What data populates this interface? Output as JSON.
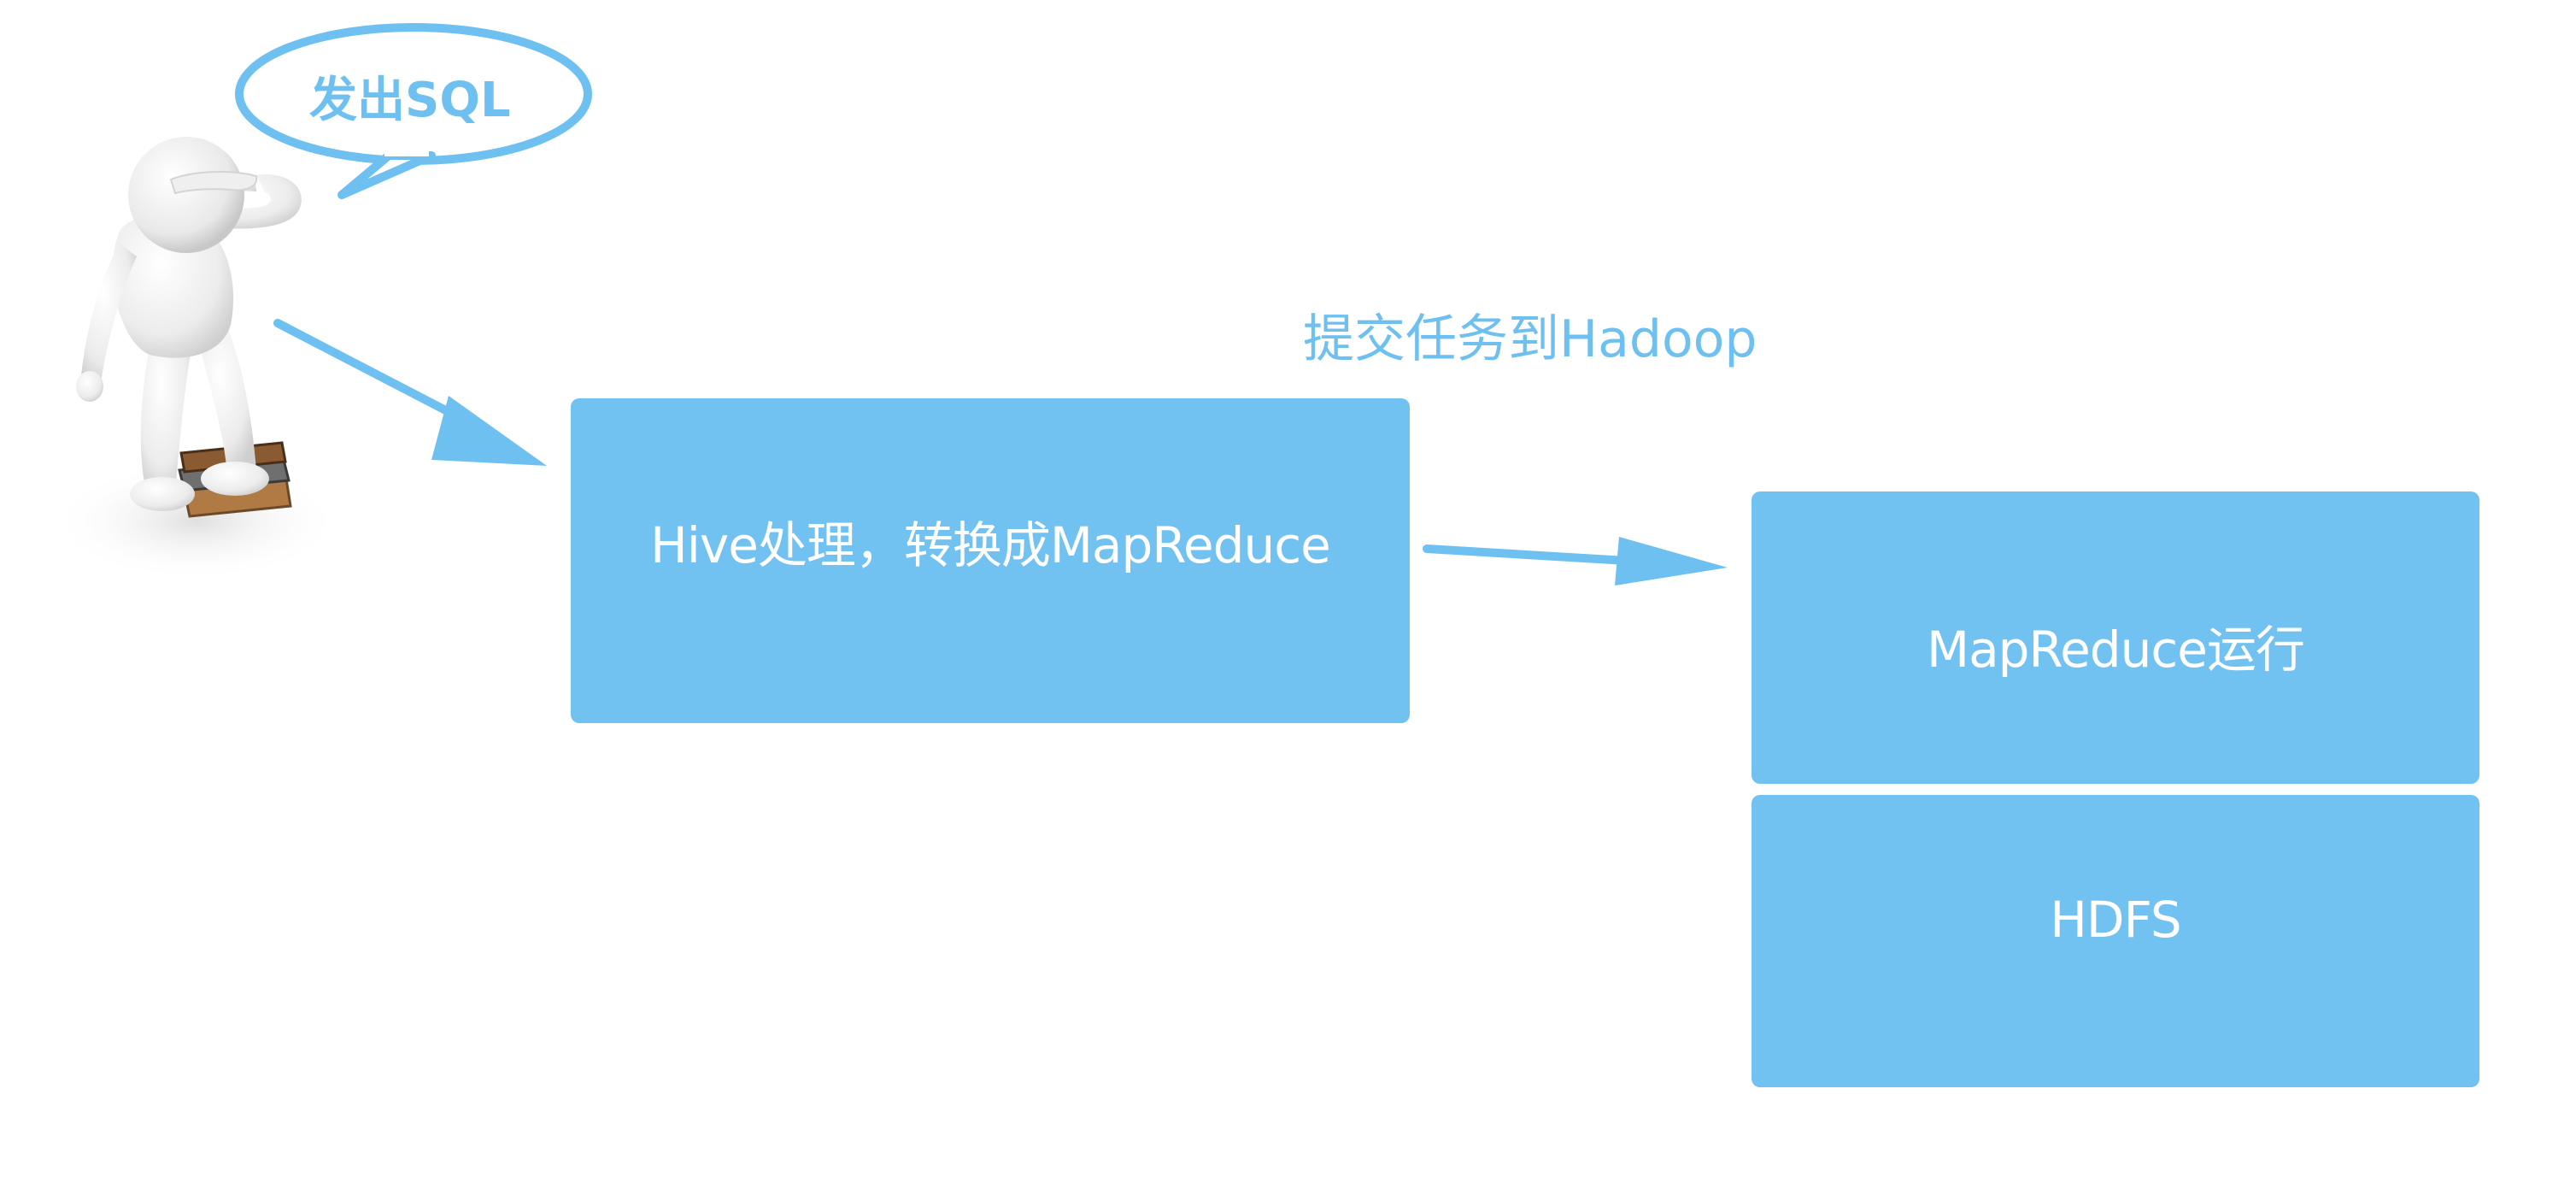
{
  "speech_bubble": {
    "text": "发出SQL"
  },
  "boxes": {
    "hive": "Hive处理，转换成MapReduce",
    "mapreduce_run": "MapReduce运行",
    "hdfs": "HDFS"
  },
  "flow_labels": {
    "submit": "提交任务到Hadoop"
  },
  "colors": {
    "box_fill": "#72c2f1",
    "box_text": "#ffffff",
    "accent": "#6ec0f0"
  }
}
